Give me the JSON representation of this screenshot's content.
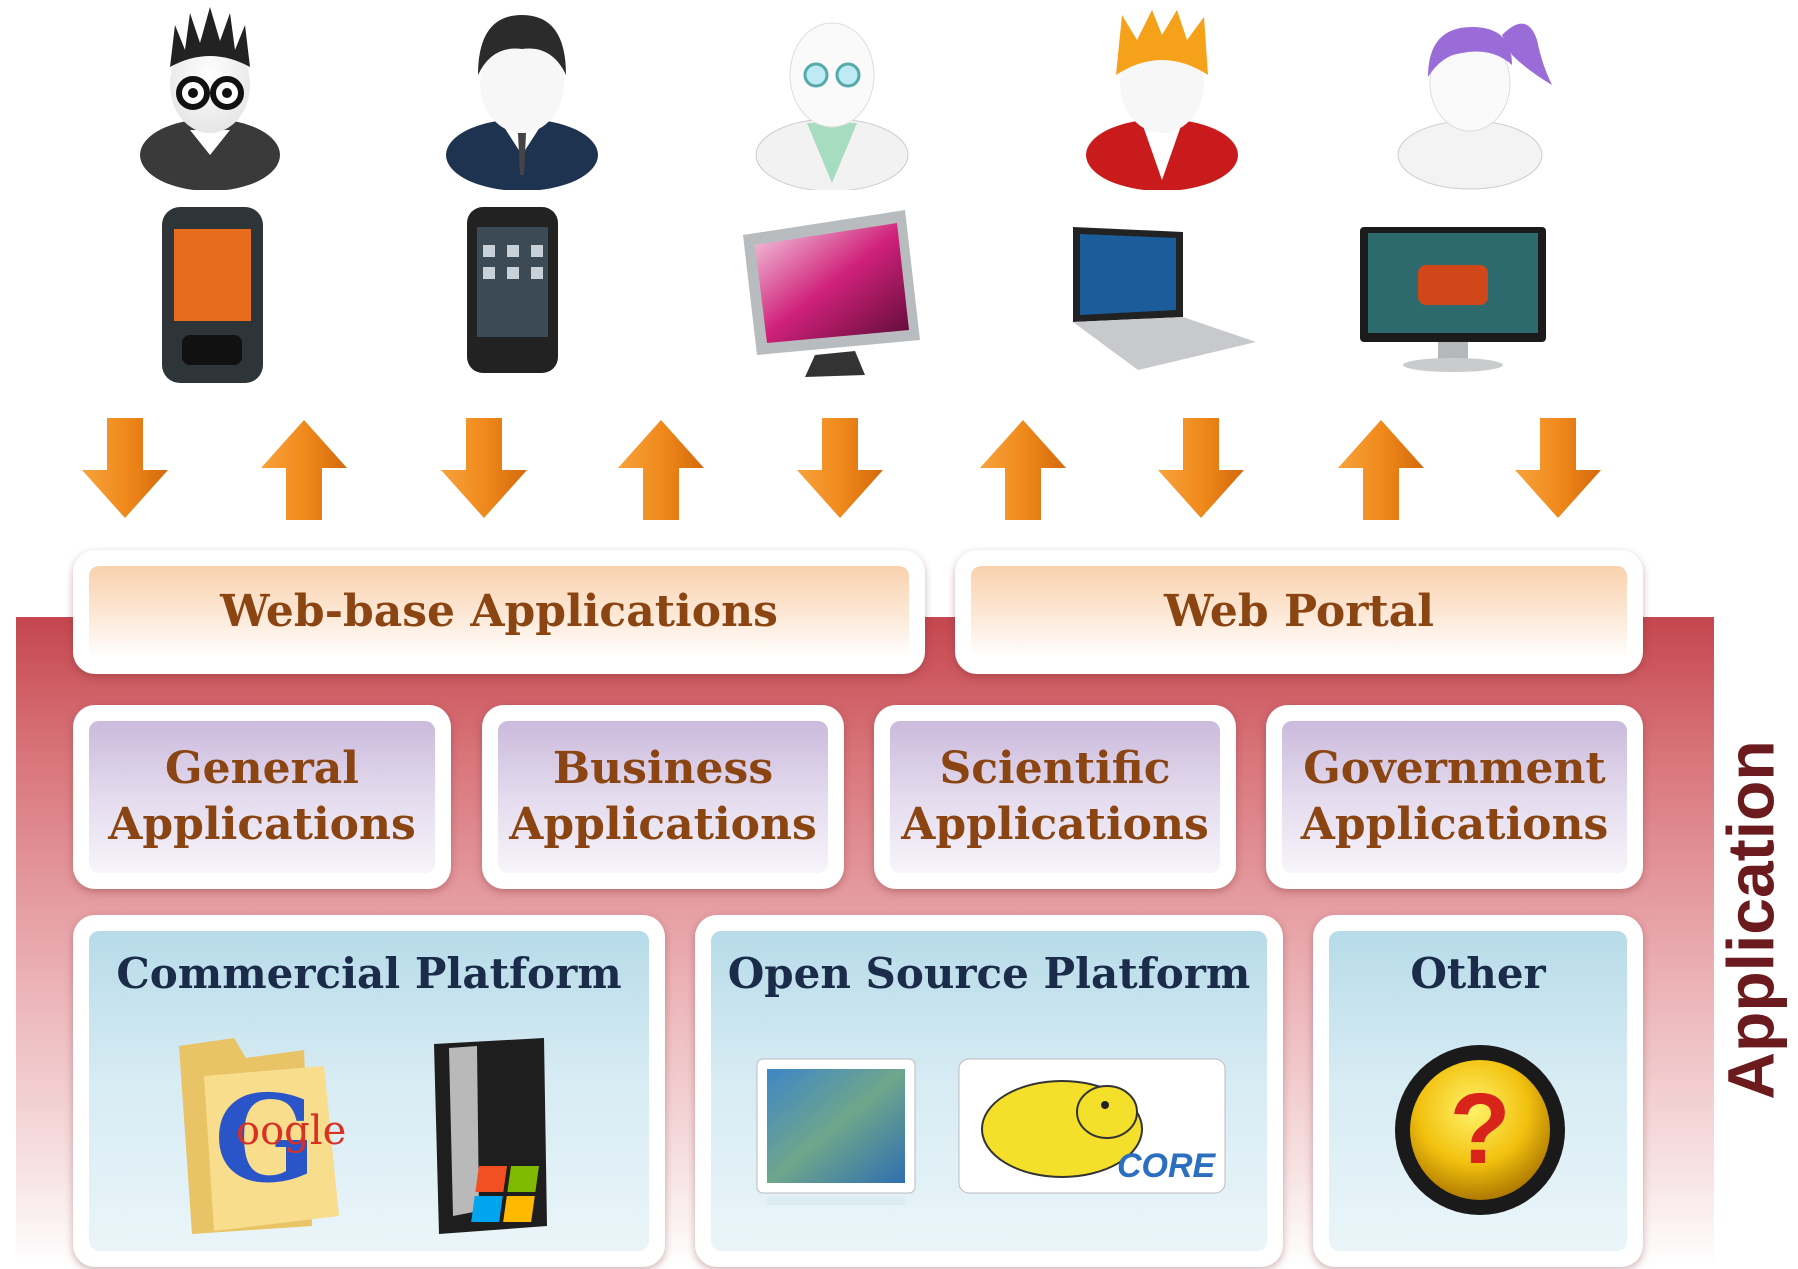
{
  "band_label": "Application",
  "access_row": {
    "web_apps": "Web-base Applications",
    "web_portal": "Web Portal"
  },
  "app_types": [
    {
      "line1": "General",
      "line2": "Applications"
    },
    {
      "line1": "Business",
      "line2": "Applications"
    },
    {
      "line1": "Scientific",
      "line2": "Applications"
    },
    {
      "line1": "Government",
      "line2": "Applications"
    }
  ],
  "platforms": {
    "commercial": "Commercial Platform",
    "open_source": "Open Source Platform",
    "other": "Other"
  },
  "logos": {
    "google_text": "oogle",
    "google_letter": "G",
    "hadoop_text": "CORE",
    "question_mark": "?"
  },
  "arrows": [
    "down",
    "up",
    "down",
    "up",
    "down",
    "up",
    "down",
    "up",
    "down"
  ],
  "colors": {
    "arrow": "#f08a1c",
    "band": "#c5464e",
    "brown_text": "#8b4513",
    "navy_text": "#1b2b4a"
  }
}
